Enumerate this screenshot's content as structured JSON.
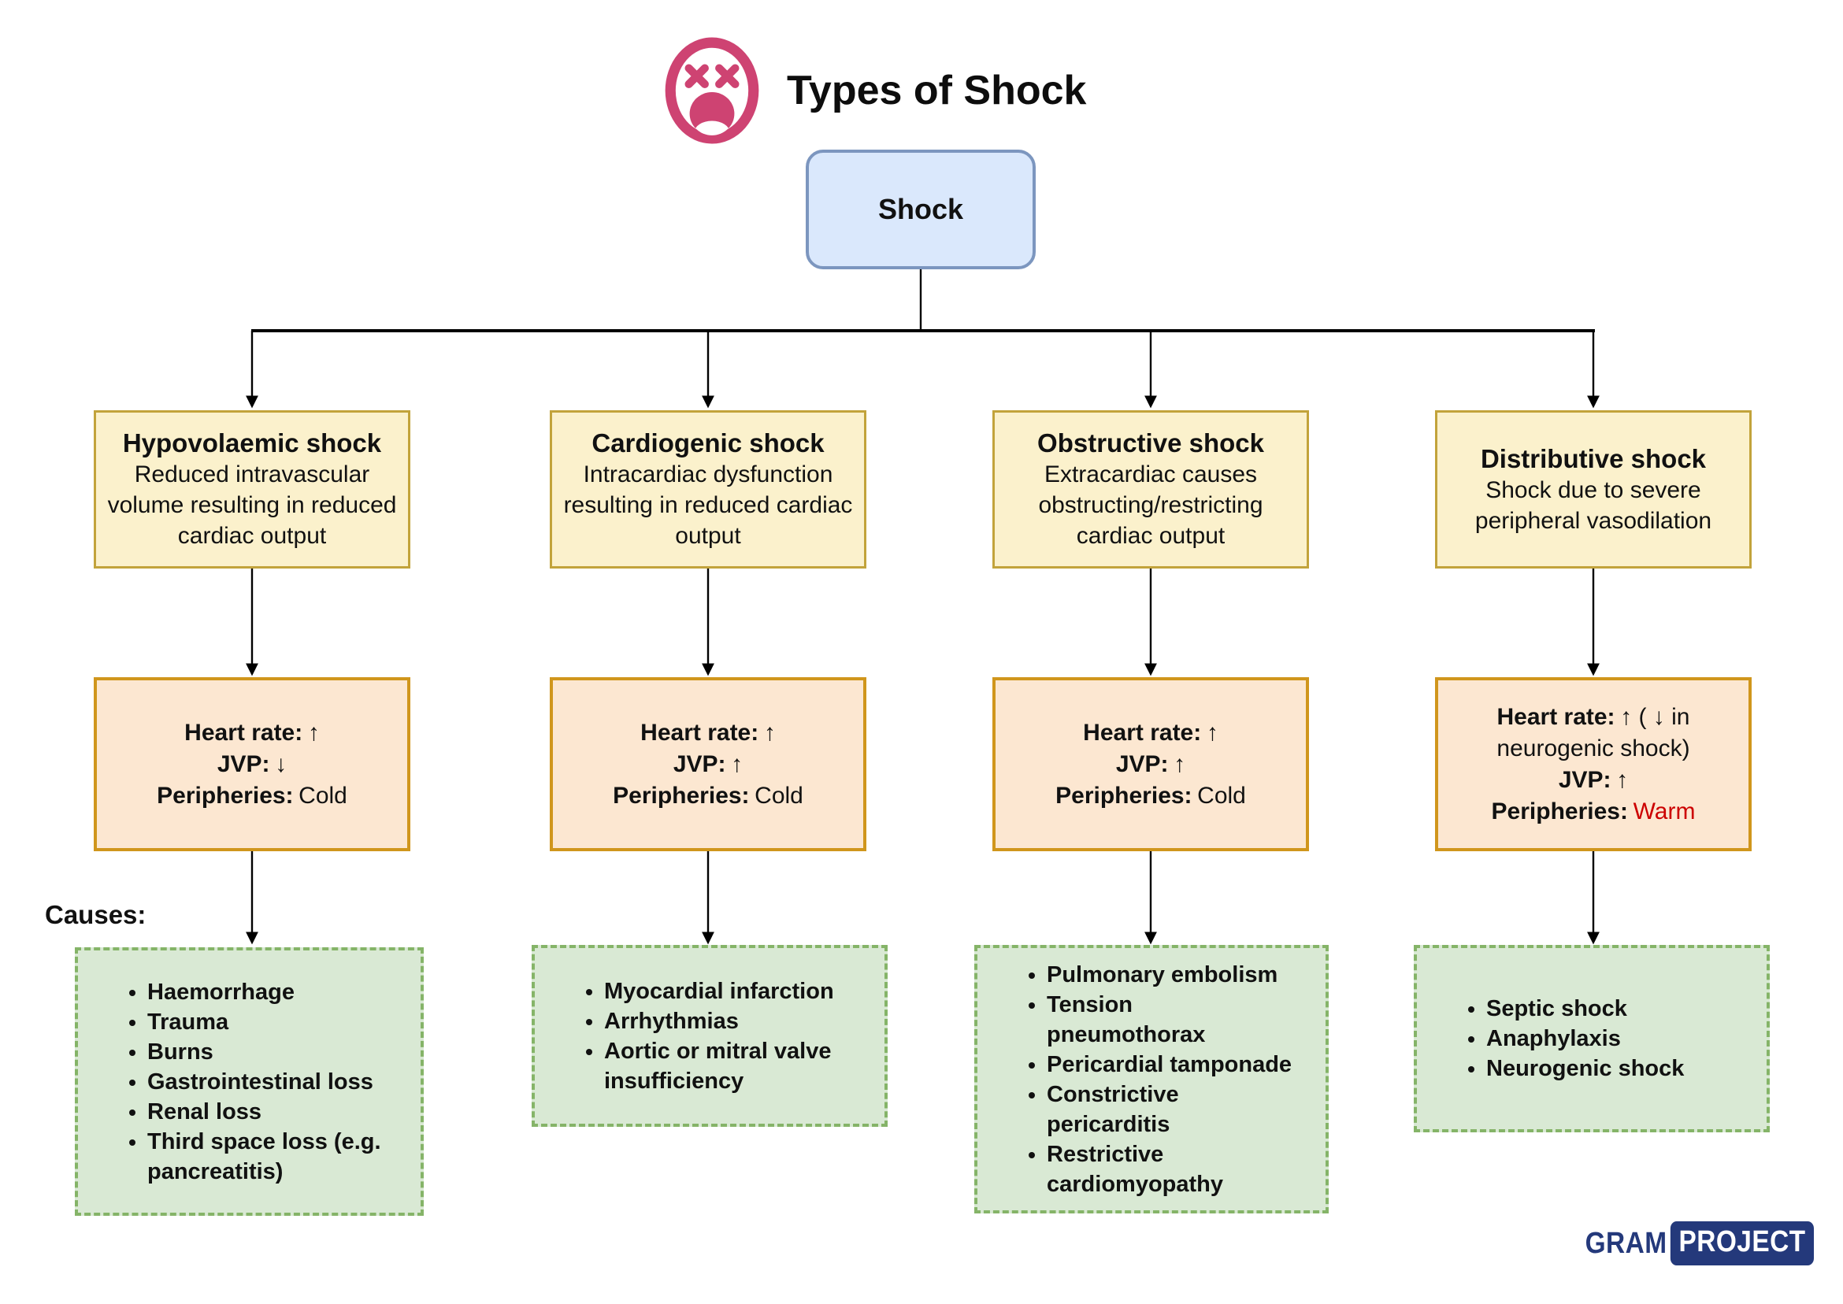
{
  "title": {
    "text": "Types of Shock",
    "icon": "dizzy-face-icon"
  },
  "root": {
    "label": "Shock"
  },
  "causes_label": "Causes:",
  "columns": [
    {
      "title": "Hypovolaemic shock",
      "description": "Reduced intravascular volume resulting in reduced cardiac output",
      "vitals": [
        {
          "label": "Heart rate:",
          "value": "↑"
        },
        {
          "label": "JVP:",
          "value": "↓"
        },
        {
          "label": "Peripheries:",
          "value": "Cold"
        }
      ],
      "causes": [
        "Haemorrhage",
        "Trauma",
        "Burns",
        "Gastrointestinal loss",
        "Renal loss",
        "Third space loss (e.g. pancreatitis)"
      ]
    },
    {
      "title": "Cardiogenic shock",
      "description": "Intracardiac dysfunction resulting in reduced cardiac output",
      "vitals": [
        {
          "label": "Heart rate:",
          "value": "↑"
        },
        {
          "label": "JVP:",
          "value": "↑"
        },
        {
          "label": "Peripheries:",
          "value": "Cold"
        }
      ],
      "causes": [
        "Myocardial infarction",
        "Arrhythmias",
        "Aortic or mitral valve insufficiency"
      ]
    },
    {
      "title": "Obstructive shock",
      "description": "Extracardiac causes obstructing/restricting cardiac output",
      "vitals": [
        {
          "label": "Heart rate:",
          "value": "↑"
        },
        {
          "label": "JVP:",
          "value": "↑"
        },
        {
          "label": "Peripheries:",
          "value": "Cold"
        }
      ],
      "causes": [
        "Pulmonary embolism",
        "Tension pneumothorax",
        "Pericardial tamponade",
        "Constrictive pericarditis",
        "Restrictive cardiomyopathy"
      ]
    },
    {
      "title": "Distributive shock",
      "description": "Shock due to severe peripheral vasodilation",
      "vitals": [
        {
          "label": "Heart rate:",
          "value": "↑ ( ↓ in neurogenic shock)"
        },
        {
          "label": "JVP:",
          "value": "↑"
        },
        {
          "label": "Peripheries:",
          "value": "Warm",
          "value_color": "#CC0000"
        }
      ],
      "causes": [
        "Septic shock",
        "Anaphylaxis",
        "Neurogenic shock"
      ]
    }
  ],
  "logo": {
    "gram": "GRAM",
    "project": "PROJECT"
  },
  "colors": {
    "root_fill": "#DAE8FC",
    "root_border": "#7C96BF",
    "type_fill": "#FBF1CC",
    "type_border": "#C2A33B",
    "vitals_fill": "#FCE7D1",
    "vitals_border": "#D0961C",
    "causes_fill": "#D9E9D4",
    "causes_border": "#85B468",
    "warm_text": "#CC0000",
    "icon_pink": "#CE4372",
    "logo_navy": "#24397B",
    "arrow": "#000000"
  }
}
